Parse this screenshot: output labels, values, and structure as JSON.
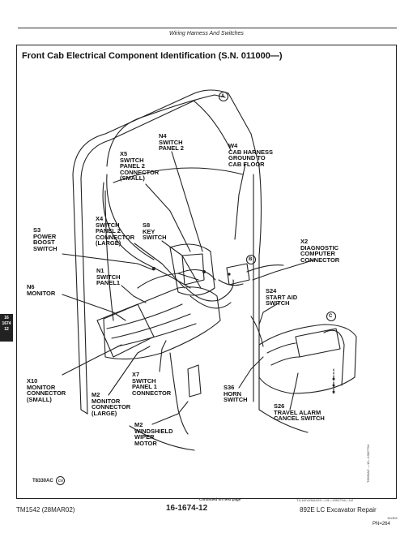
{
  "header": {
    "section_title": "Wiring Harness And Switches"
  },
  "figure": {
    "title": "Front Cab Electrical Component Identification (S.N. 011000—)",
    "callouts": {
      "a": "A",
      "b": "B",
      "c": "C"
    },
    "labels": {
      "n4": "N4\nSWITCH\nPANEL 2",
      "w4": "W4\nCAB HARNESS\nGROUND TO\nCAB FLOOR",
      "x5": "X5\nSWITCH\nPANEL 2\nCONNECTOR\n(SMALL)",
      "x4": "X4\nSWITCH\nPANEL 2\nCONNECTOR\n(LARGE)",
      "s8": "S8\nKEY\nSWITCH",
      "s3": "S3\nPOWER\nBOOST\nSWITCH",
      "x2": "X2\nDIAGNOSTIC\nCOMPUTER\nCONNECTOR",
      "n1": "N1\nSWITCH\nPANEL1",
      "n6": "N6\nMONITOR",
      "s24": "S24\nSTART AID\nSWITCH",
      "x10": "X10\nMONITOR\nCONNECTOR\n(SMALL)",
      "x7": "X7\nSWITCH\nPANEL 1\nCONNECTOR",
      "m2a": "M2\nMONITOR\nCONNECTOR\n(LARGE)",
      "s36": "S36\nHORN\nSWITCH",
      "s26": "S26\nTRAVEL ALARM\nCANCEL SWITCH",
      "m2b": "M2\nWINDSHIELD\nWIPER\nMOTOR"
    },
    "figure_id": "T8330AC",
    "cv_mark": "CV",
    "vertical_ref": "T8330AC —19—130CT94",
    "continued": "Continued on next page",
    "tx_ref": "TX,1674,RA1229  —19—130CT94—1/2"
  },
  "side_tab": {
    "line1": "16",
    "line2": "1674",
    "line3": "12"
  },
  "footer": {
    "left": "TM1542 (28MAR02)",
    "center": "16-1674-12",
    "right": "892E LC Excavator Repair",
    "small_code": "111302",
    "page_code": "PN=264"
  }
}
